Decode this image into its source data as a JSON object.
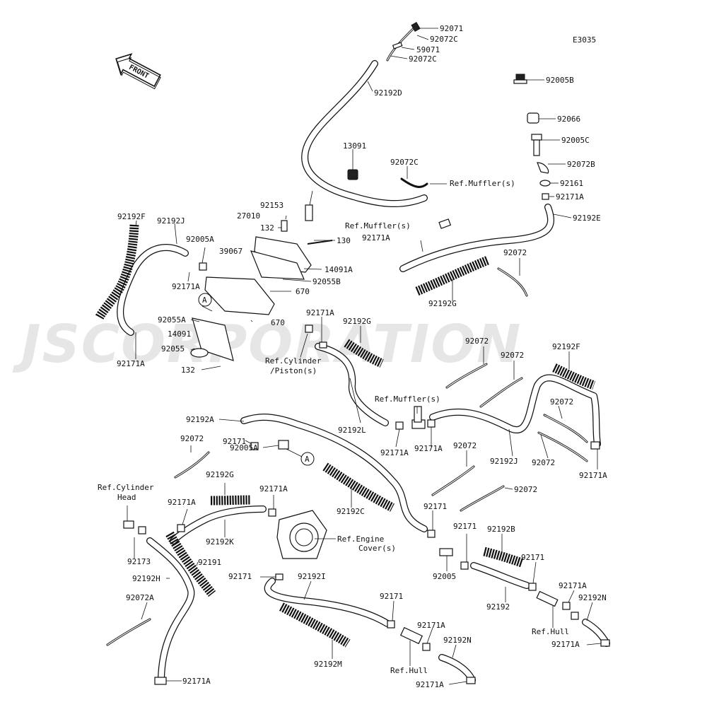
{
  "diagram_code": "E3035",
  "front_label": "FRONT",
  "watermark": "JSCORPORATION",
  "callout_a": "A",
  "labels": [
    "92071",
    "92072C",
    "59071",
    "92072C",
    "92192D",
    "92005B",
    "92066",
    "92005C",
    "92072B",
    "92161",
    "92171A",
    "92192E",
    "13091",
    "92072C",
    "Ref.Muffler(s)",
    "92153",
    "27010",
    "132",
    "130",
    "14091A",
    "92055B",
    "670",
    "670",
    "39067",
    "92005A",
    "92192F",
    "92192J",
    "92171A",
    "92055A",
    "14091",
    "92055",
    "132",
    "92171A",
    "Ref.Muffler(s)",
    "92171A",
    "92072",
    "92192G",
    "92171A",
    "92192G",
    "Ref.Cylinder",
    "/Piston(s)",
    "92072",
    "92072",
    "92192F",
    "92192L",
    "Ref.Muffler(s)",
    "92171A",
    "92171A",
    "92192A",
    "92171",
    "92005A",
    "92072",
    "92192J",
    "92072",
    "92072",
    "92171A",
    "92072",
    "92072",
    "Ref.Cylinder",
    "Head",
    "92171A",
    "92192G",
    "92171A",
    "92192C",
    "92171",
    "Ref.Engine",
    "Cover(s)",
    "92192K",
    "92173",
    "92191",
    "92171",
    "92005",
    "92192B",
    "92192H",
    "92171",
    "92192I",
    "92171",
    "92192",
    "92072A",
    "92171A",
    "92171",
    "92192N",
    "Ref.Hull",
    "92171A",
    "92171A",
    "92192N",
    "Ref.Hull",
    "92192M",
    "92171A",
    "92171A"
  ]
}
